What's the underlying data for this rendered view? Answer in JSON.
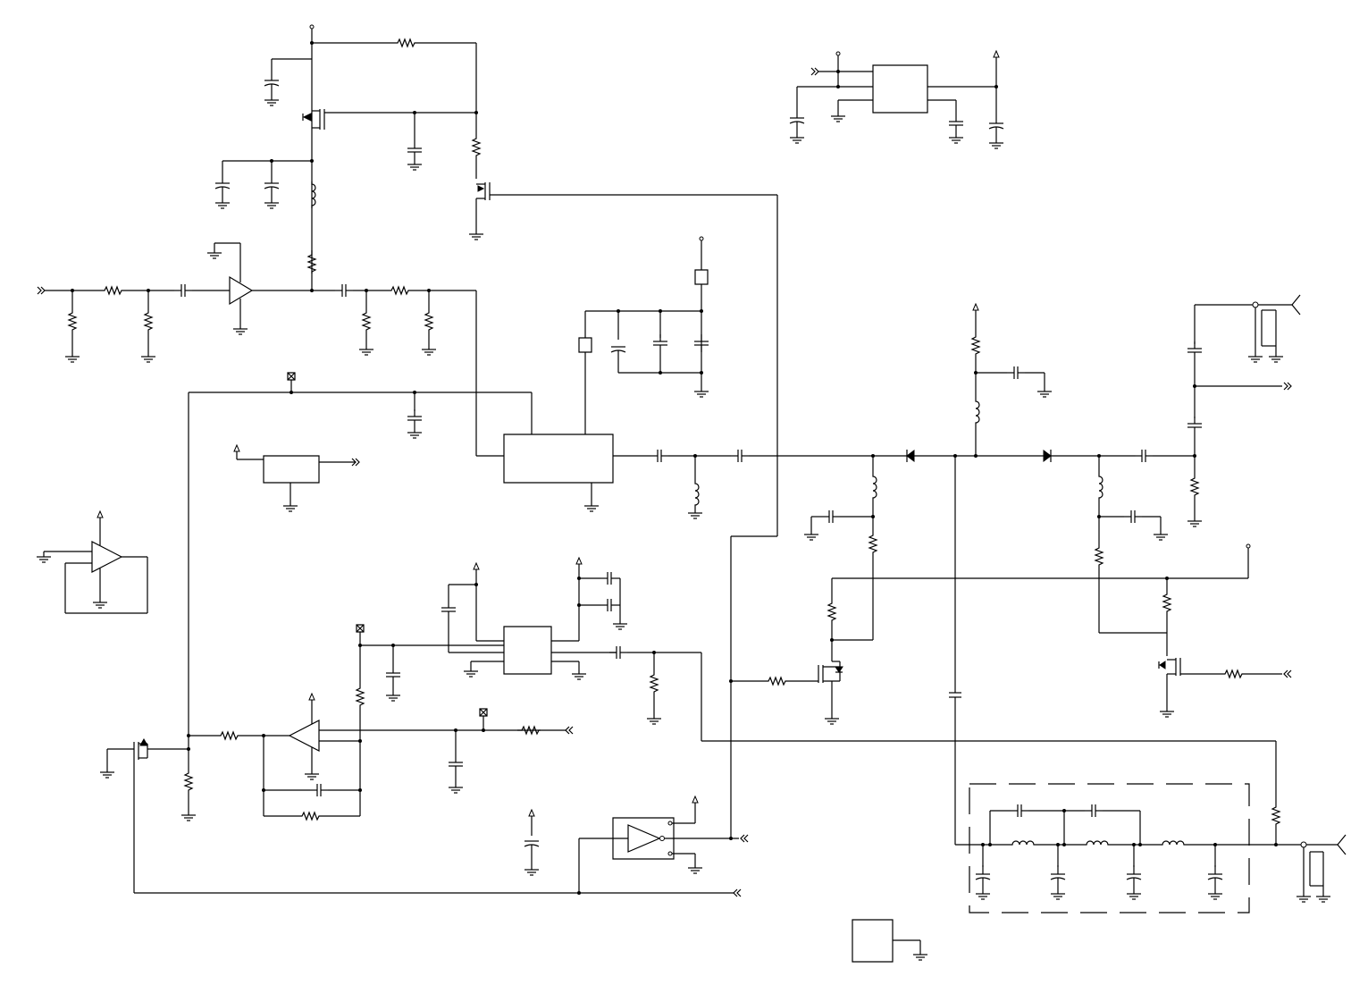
{
  "diagram": {
    "type": "electronic-schematic",
    "line_color": "#000000",
    "background": "#ffffff",
    "symbols": [
      "resistor",
      "capacitor",
      "polarized-capacitor",
      "inductor",
      "diode",
      "mosfet",
      "op-amp",
      "buffer",
      "ground",
      "power-arrow",
      "offpage-connector",
      "no-connect",
      "antenna",
      "ic-block",
      "filter-section-dashed"
    ]
  }
}
